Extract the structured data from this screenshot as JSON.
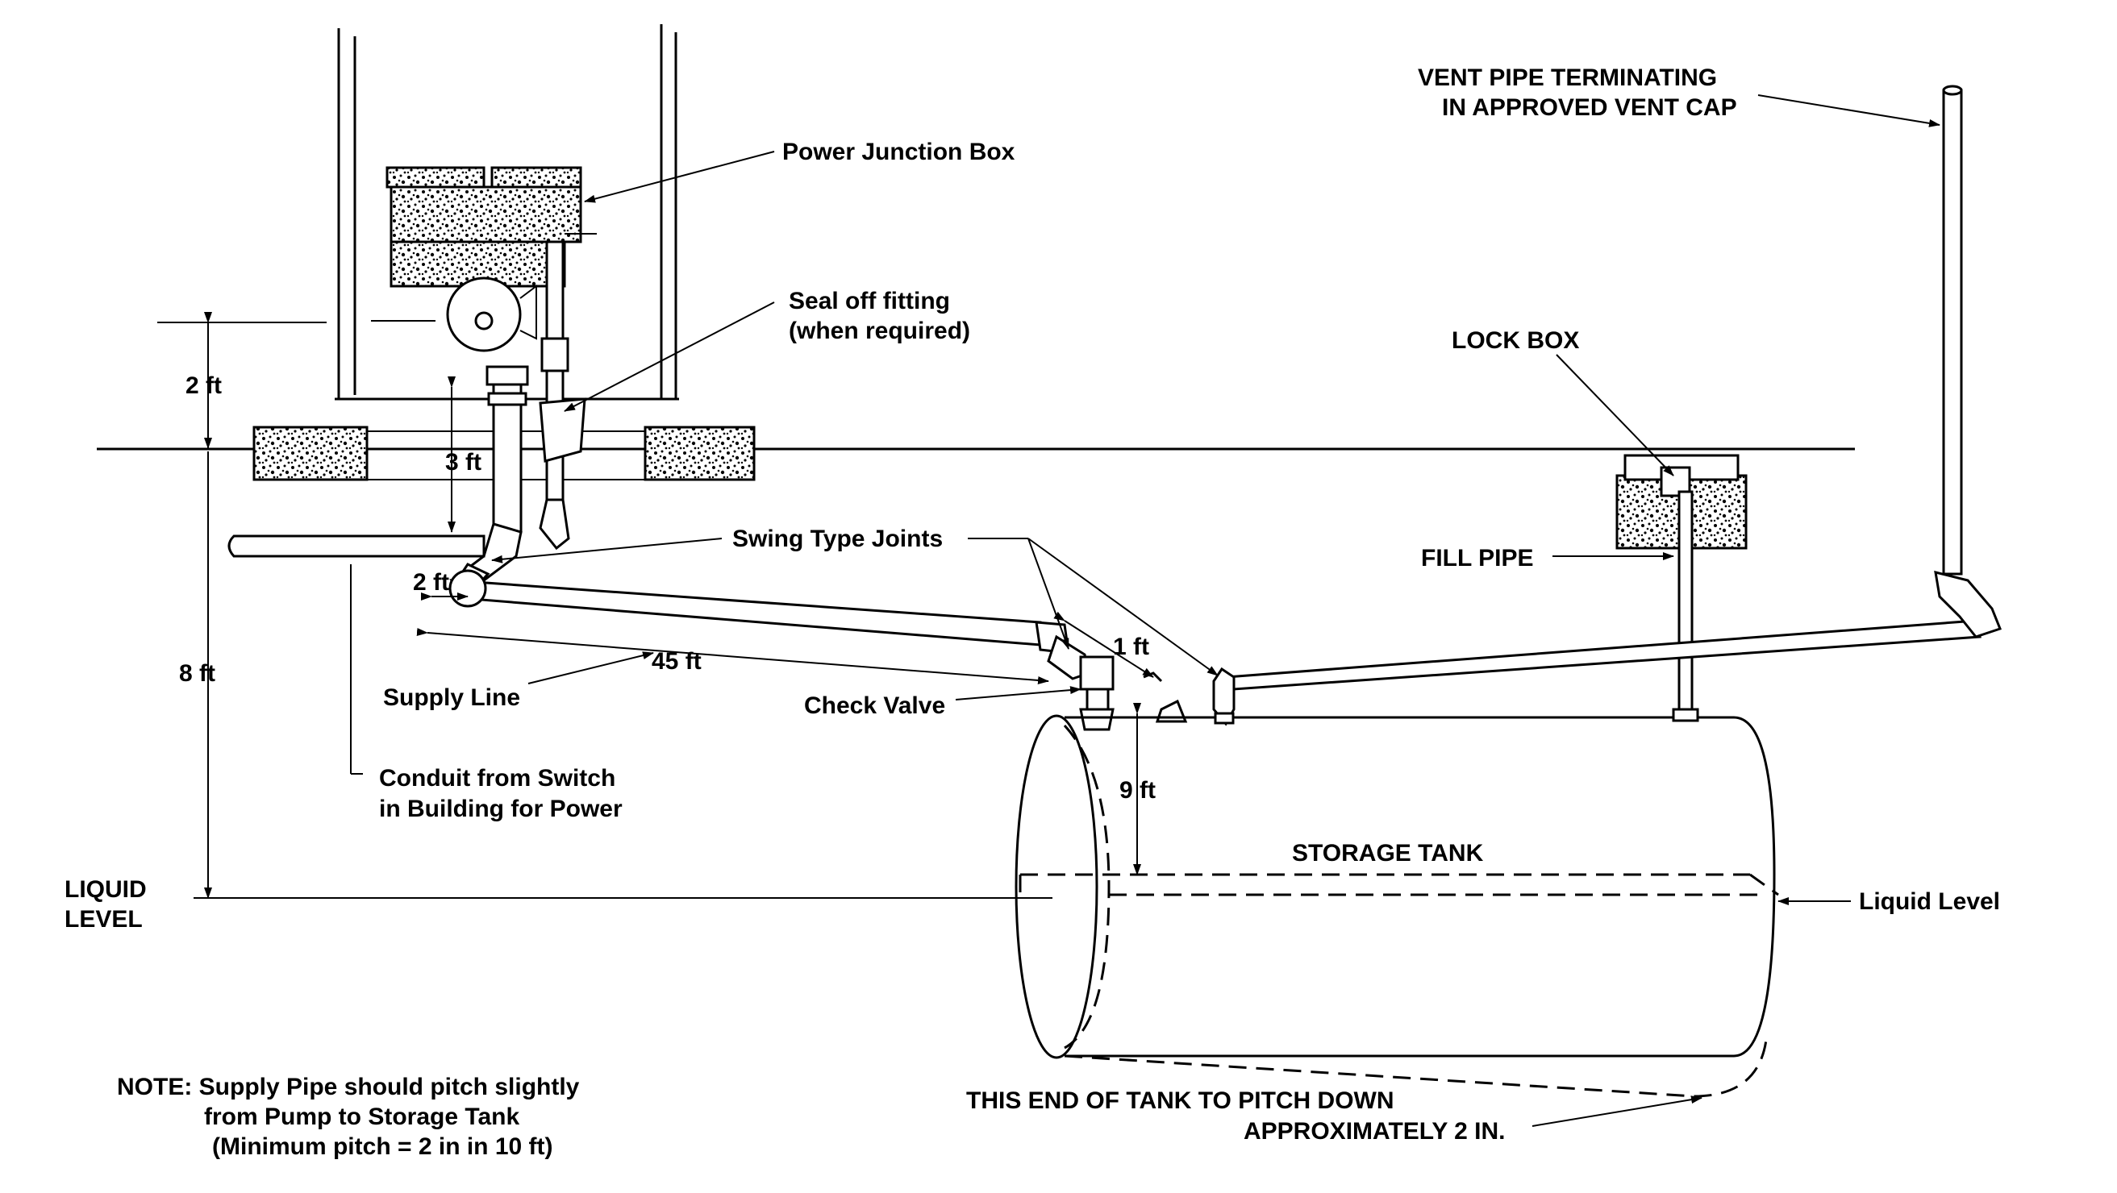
{
  "labels": {
    "power_junction_box": "Power Junction Box",
    "seal_off_line1": "Seal off fitting",
    "seal_off_line2": "(when required)",
    "dim_2ft_top": "2 ft",
    "dim_3ft": "3 ft",
    "dim_2ft_small": "2 ft",
    "dim_8ft": "8 ft",
    "dim_45ft": "45 ft",
    "dim_1ft": "1 ft",
    "dim_9ft": "9 ft",
    "swing_type_joints": "Swing Type Joints",
    "supply_line": "Supply Line",
    "check_valve": "Check Valve",
    "conduit_line1": "Conduit from Switch",
    "conduit_line2": "in Building for Power",
    "liquid_level_left_line1": "LIQUID",
    "liquid_level_left_line2": "LEVEL",
    "liquid_level_right": "Liquid Level",
    "storage_tank": "STORAGE TANK",
    "lock_box": "LOCK BOX",
    "fill_pipe": "FILL PIPE",
    "vent_line1": "VENT PIPE TERMINATING",
    "vent_line2": "IN APPROVED VENT CAP",
    "pitch_line1": "THIS END OF TANK TO PITCH DOWN",
    "pitch_line2": "APPROXIMATELY 2 IN.",
    "note_line1": "NOTE: Supply Pipe should pitch slightly",
    "note_line2": "from Pump to Storage Tank",
    "note_line3": "(Minimum pitch = 2 in in 10 ft)"
  }
}
